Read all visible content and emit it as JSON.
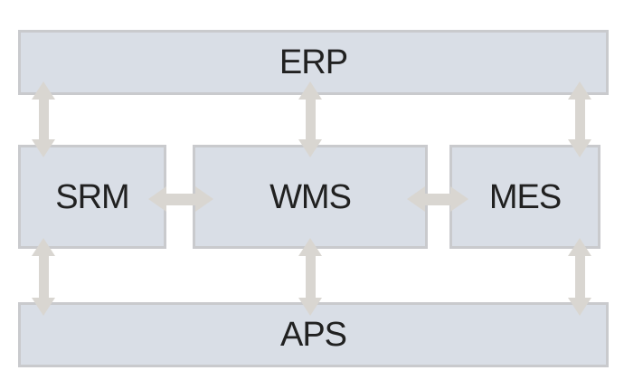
{
  "diagram": {
    "boxes": [
      {
        "id": "erp",
        "label": "ERP"
      },
      {
        "id": "srm",
        "label": "SRM"
      },
      {
        "id": "wms",
        "label": "WMS"
      },
      {
        "id": "mes",
        "label": "MES"
      },
      {
        "id": "aps",
        "label": "APS"
      }
    ],
    "connections": [
      {
        "from": "ERP",
        "to": "SRM",
        "direction": "bidirectional"
      },
      {
        "from": "ERP",
        "to": "WMS",
        "direction": "bidirectional"
      },
      {
        "from": "ERP",
        "to": "MES",
        "direction": "bidirectional"
      },
      {
        "from": "SRM",
        "to": "WMS",
        "direction": "bidirectional"
      },
      {
        "from": "WMS",
        "to": "MES",
        "direction": "bidirectional"
      },
      {
        "from": "SRM",
        "to": "APS",
        "direction": "bidirectional"
      },
      {
        "from": "WMS",
        "to": "APS",
        "direction": "bidirectional"
      },
      {
        "from": "MES",
        "to": "APS",
        "direction": "bidirectional"
      }
    ]
  },
  "theme": {
    "background": "#ffffff",
    "box_fill": "#d9dee6",
    "box_border": "#c9cacd",
    "arrow_fill": "#d9d6d1",
    "text_color": "#212121"
  }
}
